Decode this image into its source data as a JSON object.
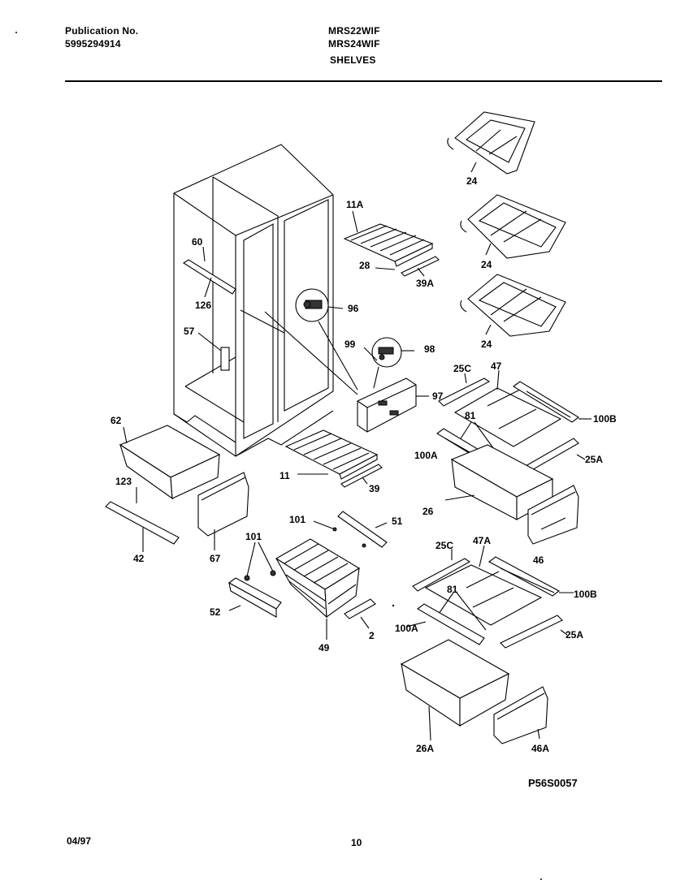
{
  "header": {
    "publication_label": "Publication No.",
    "publication_number": "5995294914",
    "model_1": "MRS22WIF",
    "model_2": "MRS24WIF",
    "section_title": "SHELVES"
  },
  "footer": {
    "date": "04/97",
    "page_number": "10",
    "figure_code": "P56S0057"
  },
  "callouts": {
    "c24a": "24",
    "c24b": "24",
    "c24c": "24",
    "c11a": "11A",
    "c28": "28",
    "c39a": "39A",
    "c60": "60",
    "c126": "126",
    "c57": "57",
    "c96": "96",
    "c99": "99",
    "c98": "98",
    "c97": "97",
    "c25c_top": "25C",
    "c47": "47",
    "c100b_top": "100B",
    "c81_top": "81",
    "c100a_top": "100A",
    "c25a_top": "25A",
    "c26": "26",
    "c46": "46",
    "c62": "62",
    "c11": "11",
    "c39": "39",
    "c123": "123",
    "c42": "42",
    "c67": "67",
    "c101_top": "101",
    "c51": "51",
    "c101_left": "101",
    "c52": "52",
    "c49": "49",
    "c2": "2",
    "c25c_bot": "25C",
    "c47a": "47A",
    "c100b_bot": "100B",
    "c81_bot": "81",
    "c100a_bot": "100A",
    "c25a_bot": "25A",
    "c26a": "26A",
    "c46a": "46A"
  }
}
